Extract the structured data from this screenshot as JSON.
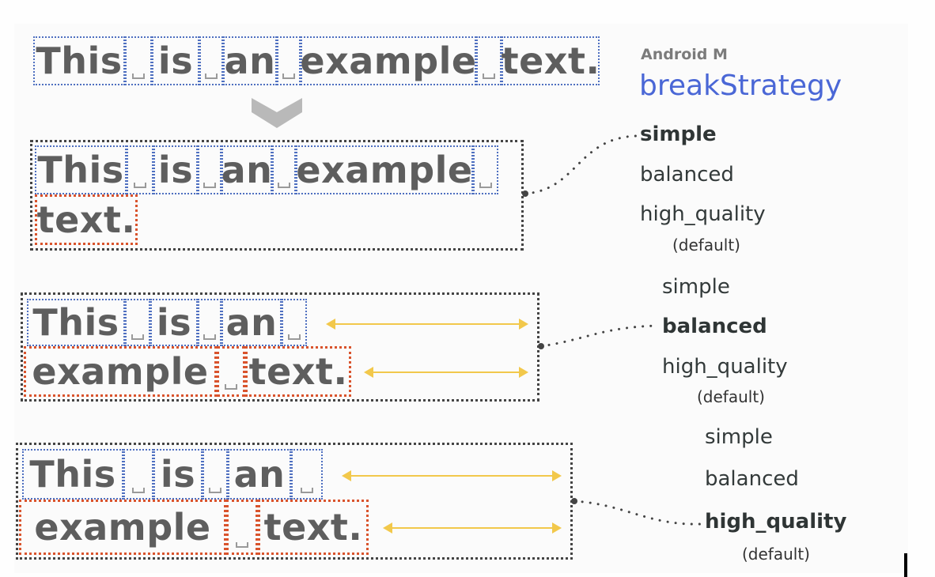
{
  "header": {
    "subtitle": "Android M",
    "title": "breakStrategy"
  },
  "source_text": {
    "words": [
      "This",
      "is",
      "an",
      "example",
      "text."
    ],
    "space_glyph": "␣"
  },
  "examples": [
    {
      "strategy": "simple",
      "lines": [
        [
          "This",
          "is",
          "an",
          "example"
        ],
        [
          "text."
        ]
      ],
      "options": [
        {
          "label": "simple",
          "selected": true
        },
        {
          "label": "balanced",
          "selected": false
        },
        {
          "label": "high_quality",
          "selected": false,
          "note": "(default)"
        }
      ]
    },
    {
      "strategy": "balanced",
      "lines": [
        [
          "This",
          "is",
          "an"
        ],
        [
          "example",
          "text."
        ]
      ],
      "options": [
        {
          "label": "simple",
          "selected": false
        },
        {
          "label": "balanced",
          "selected": true
        },
        {
          "label": "high_quality",
          "selected": false,
          "note": "(default)"
        }
      ]
    },
    {
      "strategy": "high_quality",
      "lines": [
        [
          "This",
          "is",
          "an"
        ],
        [
          "example",
          "text."
        ]
      ],
      "options": [
        {
          "label": "simple",
          "selected": false
        },
        {
          "label": "balanced",
          "selected": false
        },
        {
          "label": "high_quality",
          "selected": true,
          "note": "(default)"
        }
      ]
    }
  ],
  "colors": {
    "word_box_blue": "#4e6fc0",
    "word_box_red": "#d9532c",
    "title_blue": "#4a67d6",
    "arrow_yellow": "#f2c84b",
    "text_gray": "#5e5e5e",
    "chevron_gray": "#b9b9b9"
  }
}
